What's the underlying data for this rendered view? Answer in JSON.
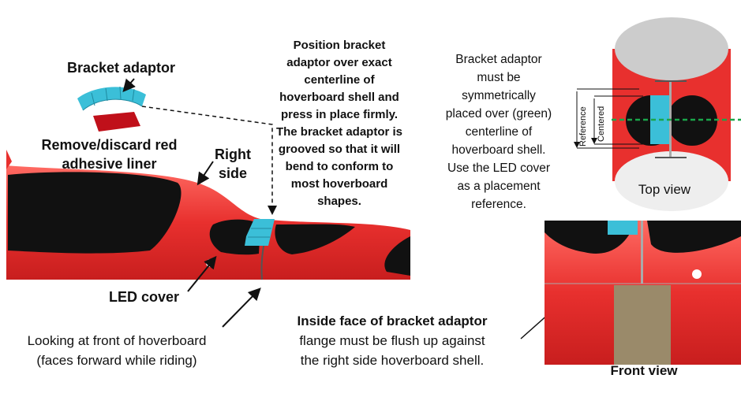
{
  "labels": {
    "bracket_adaptor": "Bracket adaptor",
    "remove_liner": [
      "Remove/discard red",
      "adhesive liner"
    ],
    "right_side": [
      "Right",
      "side"
    ],
    "position_instructions": [
      "Position bracket",
      "adaptor over exact",
      "centerline of",
      "hoverboard shell and",
      "press in place firmly.",
      "The bracket adaptor is",
      "grooved so that it will",
      "bend to conform to",
      "most hoverboard",
      "shapes."
    ],
    "symmetry_instructions": [
      "Bracket adaptor",
      "must be",
      "symmetrically",
      "placed over (green)",
      "centerline of",
      "hoverboard shell.",
      "Use the LED cover",
      "as a placement",
      "reference."
    ],
    "led_cover": "LED cover",
    "looking_front": [
      "Looking at front of hoverboard",
      "(faces forward while riding)"
    ],
    "inside_face": [
      "Inside face of bracket adaptor",
      "flange must be flush up against",
      "the right side hoverboard shell."
    ],
    "top_view": "Top view",
    "front_view": "Front view",
    "dim_reference": "Reference",
    "dim_centered": "Centered"
  },
  "colors": {
    "shell_red": "#e8302e",
    "bracket_cyan": "#3bbfd8",
    "liner_red": "#c0101a",
    "centerline_green": "#1aa64a",
    "pad_black": "#111111"
  }
}
